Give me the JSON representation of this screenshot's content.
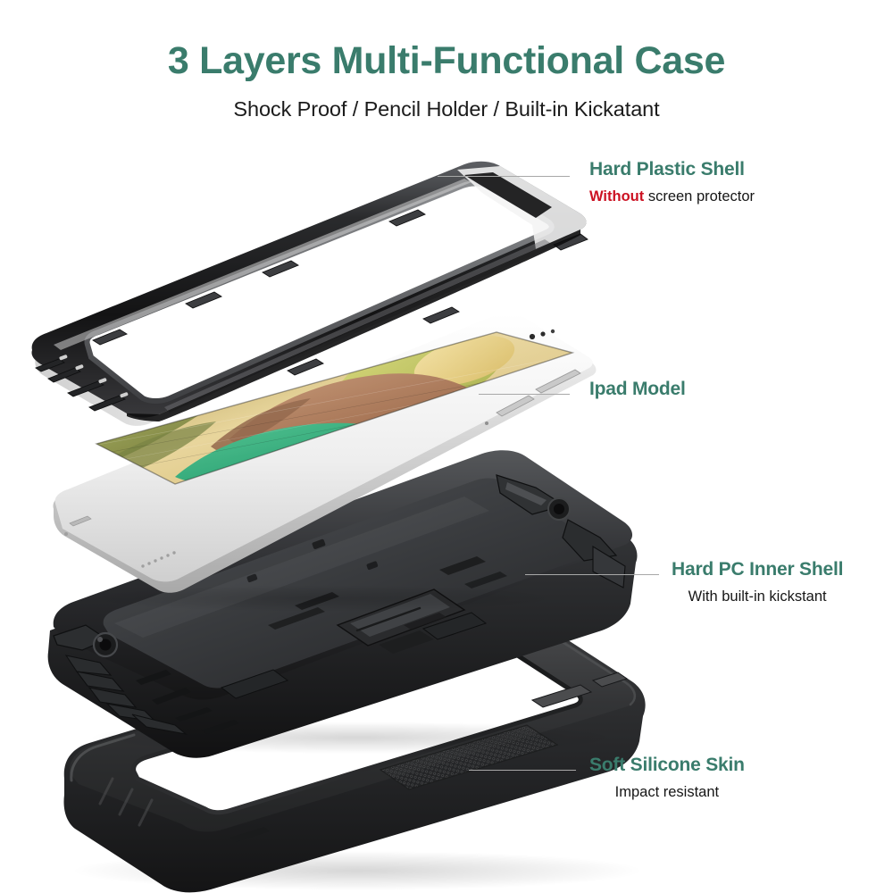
{
  "header": {
    "title": "3 Layers Multi-Functional Case",
    "subtitle": "Shock Proof / Pencil Holder / Built-in Kickatant"
  },
  "colors": {
    "teal": "#3a7c6c",
    "red": "#cc1122",
    "black_text": "#161616",
    "leader_gray": "#a8a8a8",
    "background": "#ffffff",
    "shell_black": "#1d1d1f",
    "shell_highlight": "#d8d8d8",
    "inner_shell_gray": "#3a3c3e",
    "silicone_black": "#2e2e30",
    "tablet_white": "#f2f2f2",
    "screen_gold": "#e8cf8a",
    "screen_brown": "#a87a5c",
    "screen_green": "#37a878",
    "screen_olive": "#8a8a4a"
  },
  "callouts": [
    {
      "id": "hard-plastic-shell",
      "title": "Hard Plastic Shell",
      "sub_accent": "Without",
      "sub_rest": " screen protector",
      "layer": "outer bezel frame"
    },
    {
      "id": "ipad-model",
      "title": "Ipad Model",
      "sub_accent": "",
      "sub_rest": "",
      "layer": "tablet"
    },
    {
      "id": "hard-pc-inner-shell",
      "title": "Hard PC Inner Shell",
      "sub_accent": "",
      "sub_rest": "With built-in kickstant",
      "layer": "inner tray"
    },
    {
      "id": "soft-silicone-skin",
      "title": "Soft Silicone Skin",
      "sub_accent": "",
      "sub_rest": "Impact resistant",
      "layer": "silicone bumper"
    }
  ],
  "layers": [
    {
      "name": "Hard Plastic Shell",
      "order": 1
    },
    {
      "name": "Ipad Model",
      "order": 2
    },
    {
      "name": "Hard PC Inner Shell",
      "order": 3
    },
    {
      "name": "Soft Silicone Skin",
      "order": 4
    }
  ]
}
